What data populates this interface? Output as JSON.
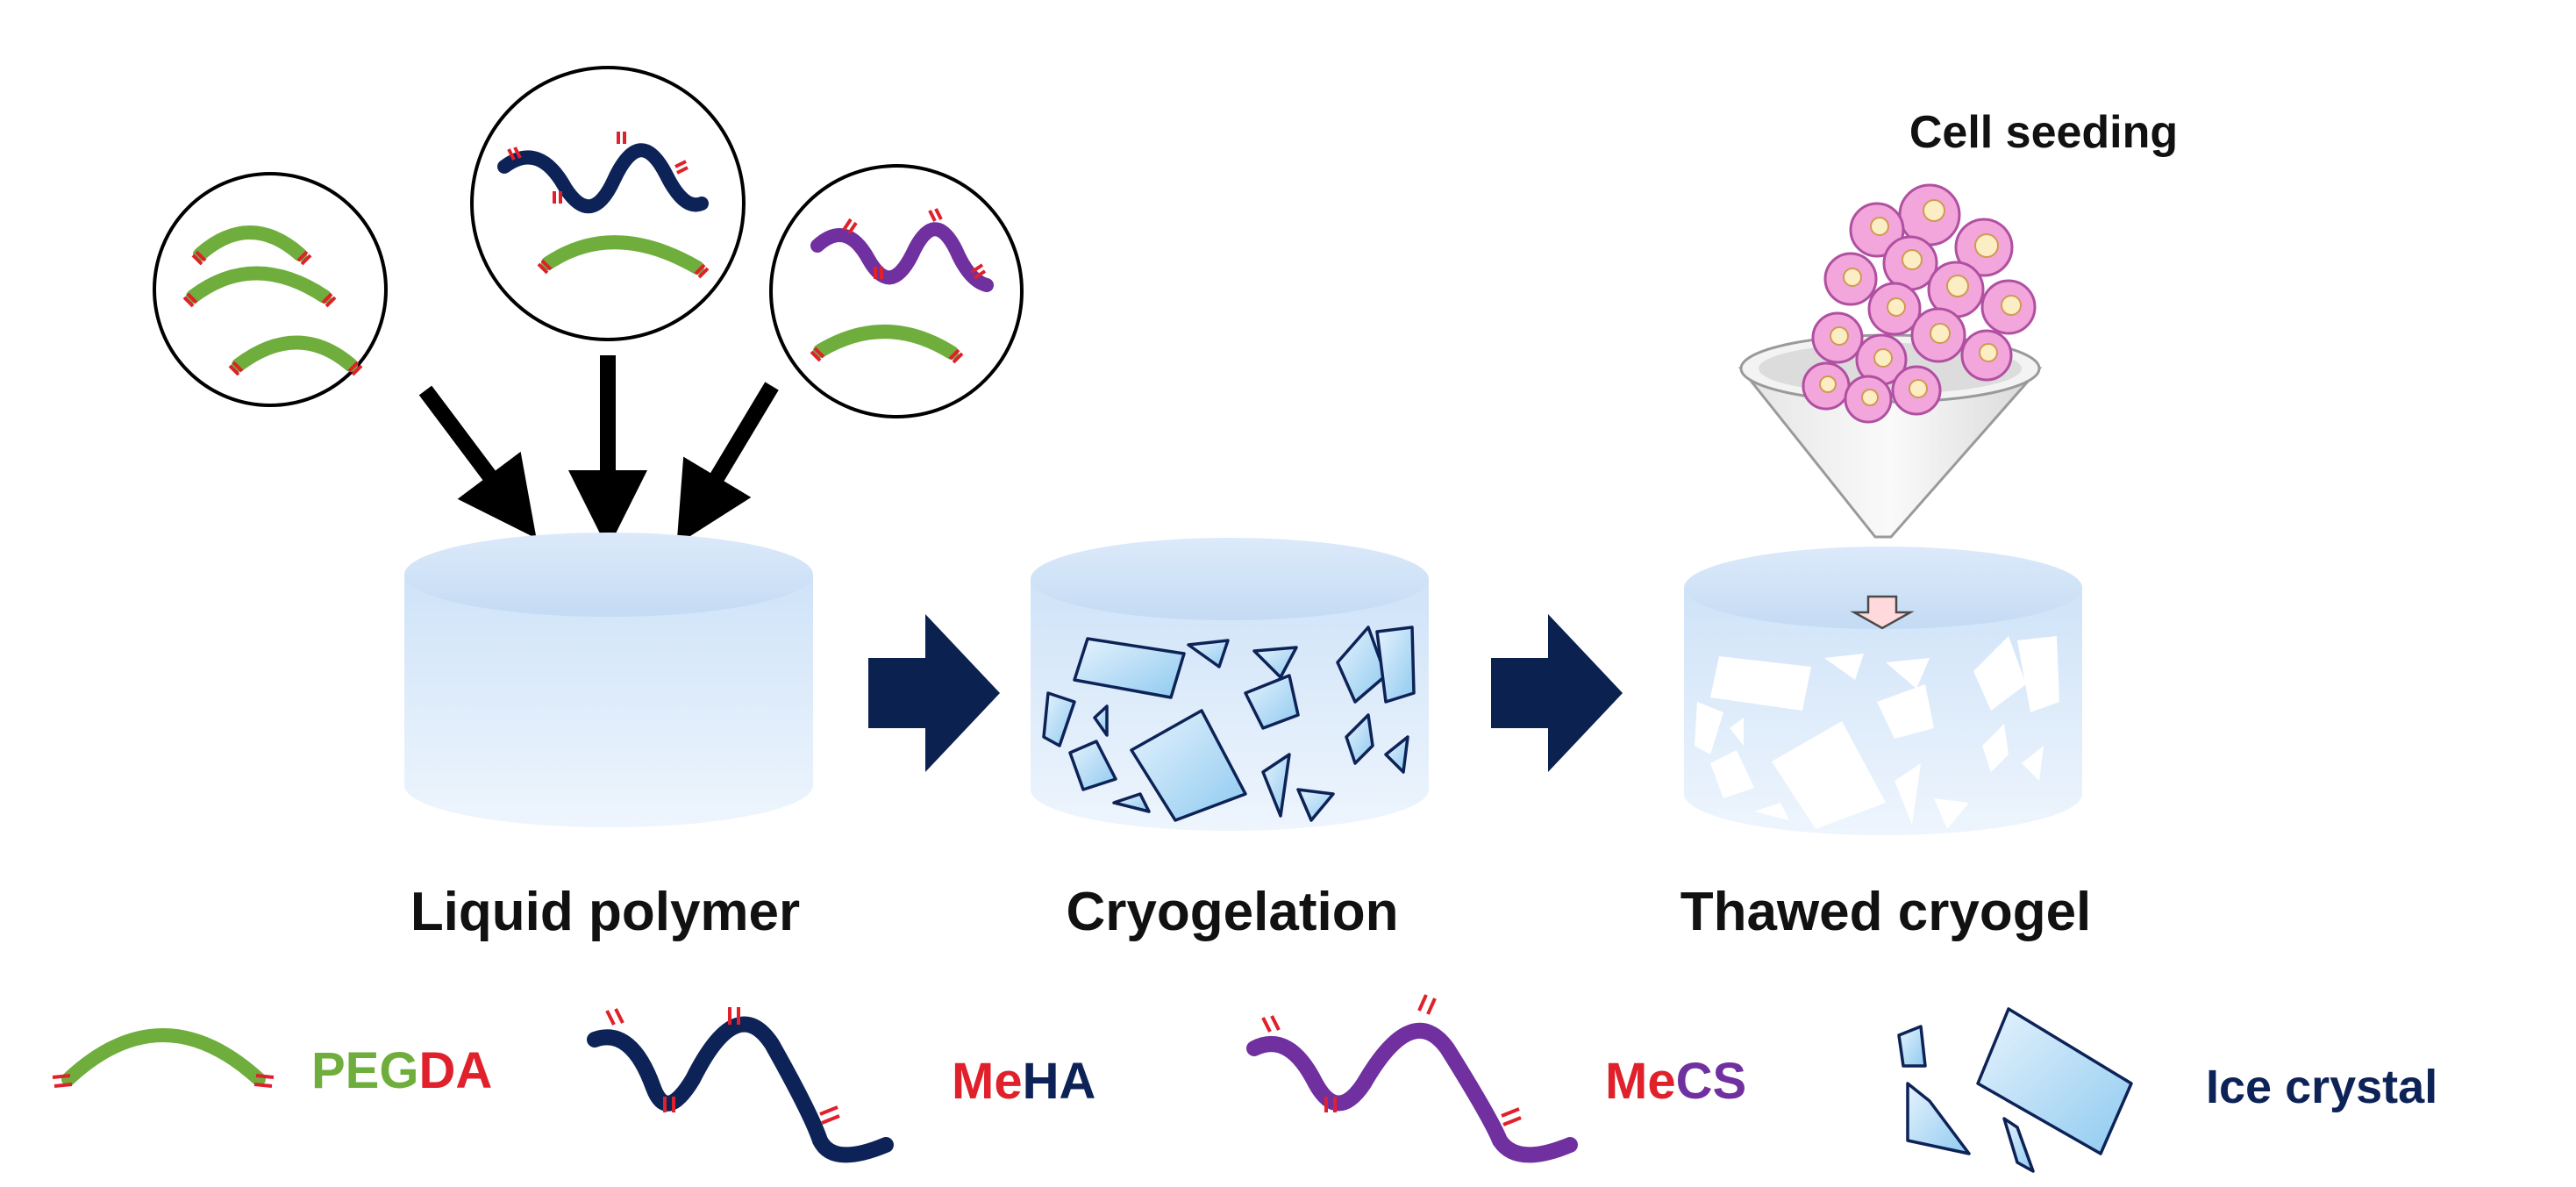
{
  "labels": {
    "cell_seeding": "Cell seeding",
    "liquid_polymer": "Liquid polymer",
    "cryogelation": "Cryogelation",
    "thawed_cryogel": "Thawed cryogel"
  },
  "legend": {
    "pegda": {
      "prefix": "PEG",
      "suffix": "DA"
    },
    "meha": {
      "prefix": "Me",
      "suffix": "HA"
    },
    "mecs": {
      "prefix": "Me",
      "suffix": "CS"
    },
    "ice": "Ice crystal"
  },
  "colors": {
    "pegda_green": "#6fae3d",
    "meha_navy": "#0d2357",
    "mecs_purple": "#7030a0",
    "methacrylate_red": "#e0202a",
    "arrow_navy": "#0b2150",
    "cell_pink": "#f2a6dc",
    "nucleus_yellow": "#fbeec4",
    "label_black": "#111111"
  },
  "icons": {
    "bubble_1": "pegda-chains-bubble-icon",
    "bubble_2": "meha-pegda-bubble-icon",
    "bubble_3": "mecs-pegda-bubble-icon",
    "funnel": "funnel-icon",
    "cells": "cell-cluster-icon"
  }
}
